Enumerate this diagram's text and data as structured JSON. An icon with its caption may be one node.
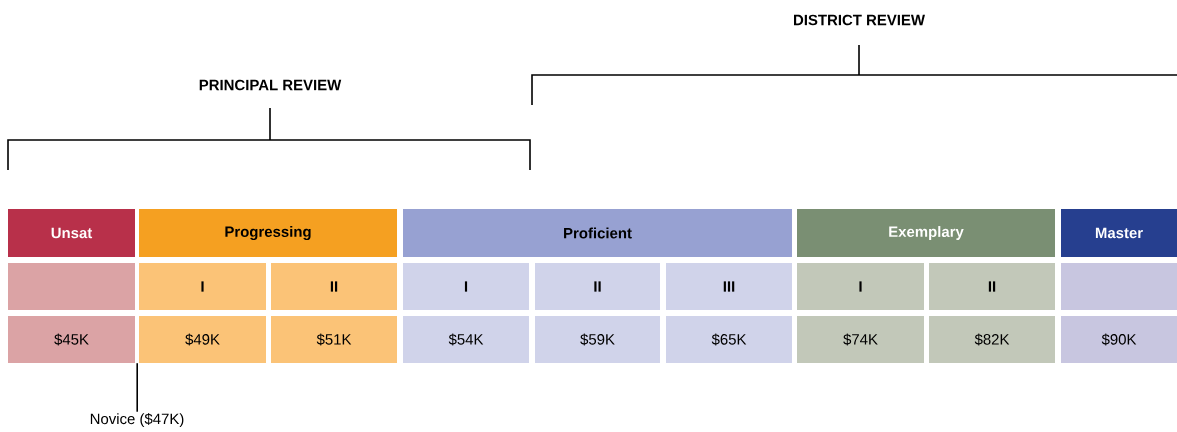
{
  "diagram": {
    "nodes": [
      {
        "text": [
          "Unsat"
        ]
      },
      {
        "text": [
          "Progressing"
        ]
      },
      {
        "text": [
          "Proficient"
        ]
      },
      {
        "text": [
          "Exemplary"
        ]
      },
      {
        "text": [
          "Master"
        ]
      },
      {
        "text": [],
        "shape": "box"
      },
      {
        "text": [
          "I"
        ]
      },
      {
        "text": [
          "II"
        ]
      },
      {
        "text": [
          "I"
        ]
      },
      {
        "text": [
          "II"
        ]
      },
      {
        "text": [
          "III"
        ]
      },
      {
        "text": [
          "I"
        ]
      },
      {
        "text": [
          "II"
        ]
      },
      {
        "text": [],
        "shape": "box"
      },
      {
        "text": [
          "$45K"
        ]
      },
      {
        "text": [
          "$49K"
        ]
      },
      {
        "text": [
          "$51K"
        ]
      },
      {
        "text": [
          "$54K"
        ]
      },
      {
        "text": [
          "$59K"
        ]
      },
      {
        "text": [
          "$65K"
        ]
      },
      {
        "text": [
          "$74K"
        ]
      },
      {
        "text": [
          "$82K"
        ]
      },
      {
        "text": [
          "$90K"
        ]
      },
      {
        "text": [
          "Novice ($47K)"
        ]
      }
    ],
    "edges": [
      {
        "from": 23,
        "to": 14,
        "arrow": "none"
      }
    ],
    "labels": [
      "DISTRICT REVIEW",
      "PRINCIPAL REVIEW"
    ]
  }
}
